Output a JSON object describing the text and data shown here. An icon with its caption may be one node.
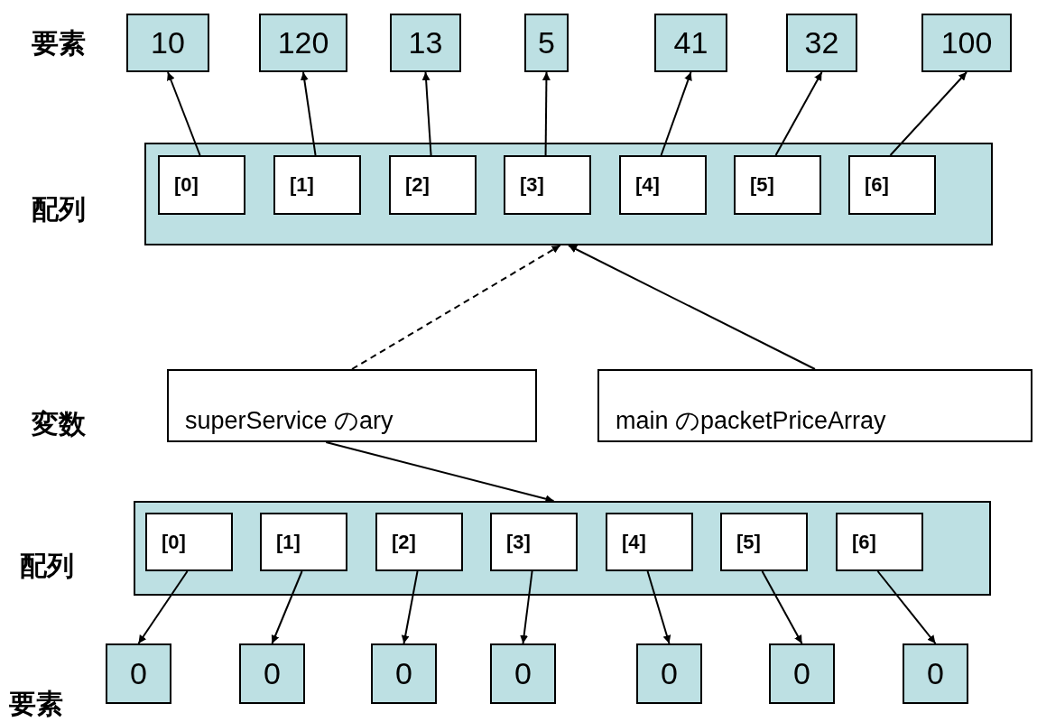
{
  "diagram": {
    "nodes": [
      {
        "text": [
          "10"
        ]
      },
      {
        "text": [
          "120"
        ]
      },
      {
        "text": [
          "13"
        ]
      },
      {
        "text": [
          "5"
        ]
      },
      {
        "text": [
          "41"
        ]
      },
      {
        "text": [
          "32"
        ]
      },
      {
        "text": [
          "100"
        ]
      },
      {
        "text": [],
        "shape": "box"
      },
      {
        "text": [
          "[0]"
        ],
        "in": 7
      },
      {
        "text": [
          "[1]"
        ],
        "in": 7
      },
      {
        "text": [
          "[2]"
        ],
        "in": 7
      },
      {
        "text": [
          "[3]"
        ],
        "in": 7
      },
      {
        "text": [
          "[4]"
        ],
        "in": 7
      },
      {
        "text": [
          "[5]"
        ],
        "in": 7
      },
      {
        "text": [
          "[6]"
        ],
        "in": 7
      },
      {
        "text": [
          "superService のary"
        ]
      },
      {
        "text": [
          "main のpacketPriceArray"
        ]
      },
      {
        "text": [],
        "shape": "box"
      },
      {
        "text": [
          "[0]"
        ],
        "in": 17
      },
      {
        "text": [
          "[1]"
        ],
        "in": 17
      },
      {
        "text": [
          "[2]"
        ],
        "in": 17
      },
      {
        "text": [
          "[3]"
        ],
        "in": 17
      },
      {
        "text": [
          "[4]"
        ],
        "in": 17
      },
      {
        "text": [
          "[5]"
        ],
        "in": 17
      },
      {
        "text": [
          "[6]"
        ],
        "in": 17
      },
      {
        "text": [
          "0"
        ]
      },
      {
        "text": [
          "0"
        ]
      },
      {
        "text": [
          "0"
        ]
      },
      {
        "text": [
          "0"
        ]
      },
      {
        "text": [
          "0"
        ]
      },
      {
        "text": [
          "0"
        ]
      },
      {
        "text": [
          "0"
        ]
      }
    ],
    "edges": [
      {
        "from": 8,
        "to": 0,
        "arrow": "to"
      },
      {
        "from": 9,
        "to": 1,
        "arrow": "to"
      },
      {
        "from": 10,
        "to": 2,
        "arrow": "to"
      },
      {
        "from": 11,
        "to": 3,
        "arrow": "to"
      },
      {
        "from": 12,
        "to": 4,
        "arrow": "to"
      },
      {
        "from": 13,
        "to": 5,
        "arrow": "to"
      },
      {
        "from": 14,
        "to": 6,
        "arrow": "to"
      },
      {
        "from": 15,
        "to": 7,
        "arrow": "to",
        "style": "dashed"
      },
      {
        "from": 16,
        "to": 7,
        "arrow": "to"
      },
      {
        "from": 15,
        "to": 17,
        "arrow": "to"
      },
      {
        "from": 18,
        "to": 25,
        "arrow": "to"
      },
      {
        "from": 19,
        "to": 26,
        "arrow": "to"
      },
      {
        "from": 20,
        "to": 27,
        "arrow": "to"
      },
      {
        "from": 21,
        "to": 28,
        "arrow": "to"
      },
      {
        "from": 22,
        "to": 29,
        "arrow": "to"
      },
      {
        "from": 23,
        "to": 30,
        "arrow": "to"
      },
      {
        "from": 24,
        "to": 31,
        "arrow": "to"
      }
    ],
    "labels": [
      "要素",
      "配列",
      "変数",
      "配列",
      "要素"
    ]
  }
}
